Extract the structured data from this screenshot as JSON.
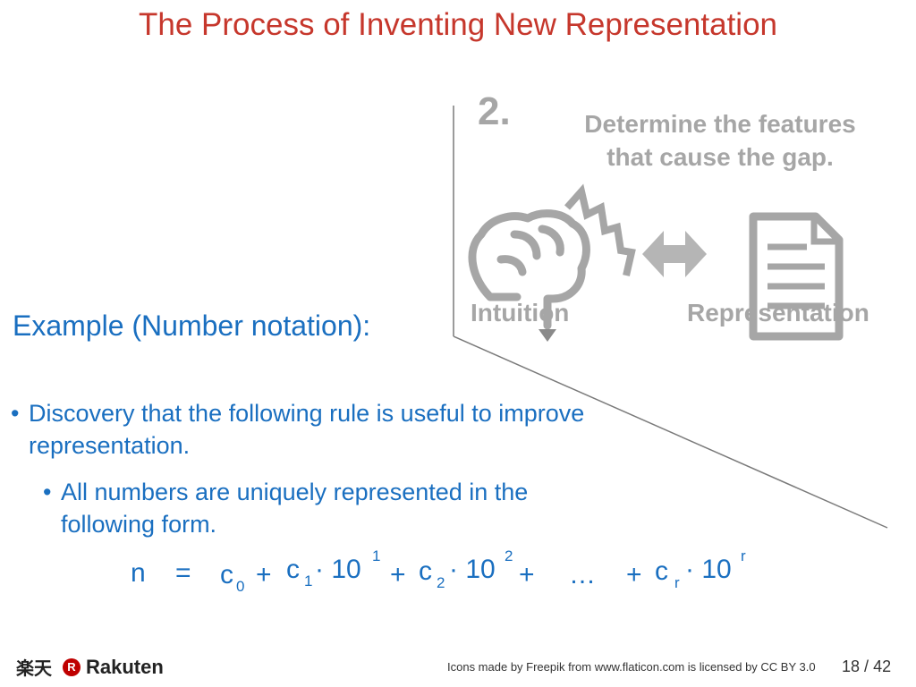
{
  "slide": {
    "title": "The Process of Inventing New Representation",
    "step_number": "2.",
    "step_text": [
      "Determine the features",
      "that cause the gap."
    ],
    "intuition_label": "Intuition",
    "representation_label": "Representation",
    "example_heading": "Example (Number notation):",
    "bullet_1": "Discovery that the following rule is useful to improve representation.",
    "bullet_2": "All numbers are uniquely represented in the following form.",
    "bullet_symbol": "•",
    "formula": {
      "n": "n",
      "eq": "=",
      "c0": "c",
      "c0_sub": "0",
      "plus1": "+",
      "c1": "c",
      "c1_sub": "1",
      "dot1": "· 10",
      "exp1": "1",
      "plus2": "+",
      "c2": "c",
      "c2_sub": "2",
      "dot2": "· 10",
      "exp2": "2",
      "plus3": "+",
      "ellipsis": "…",
      "plus4": "+",
      "cr": "c",
      "cr_sub": "r",
      "dotr": "· 10",
      "expr": "r"
    }
  },
  "footer": {
    "logo_kanji": "楽天",
    "logo_r": "R",
    "logo_text": "Rakuten",
    "attribution": "Icons made by Freepik from www.flaticon.com is licensed by CC BY 3.0",
    "page": "18",
    "page_sep": "/",
    "page_total": "42"
  },
  "colors": {
    "title": "#c6372c",
    "body_text": "#1a6fc0",
    "diagram_gray": "#a6a6a6",
    "logo_red": "#bf0000"
  },
  "icons": [
    "brain-icon",
    "lightning-icon",
    "double-arrow-icon",
    "document-icon"
  ]
}
